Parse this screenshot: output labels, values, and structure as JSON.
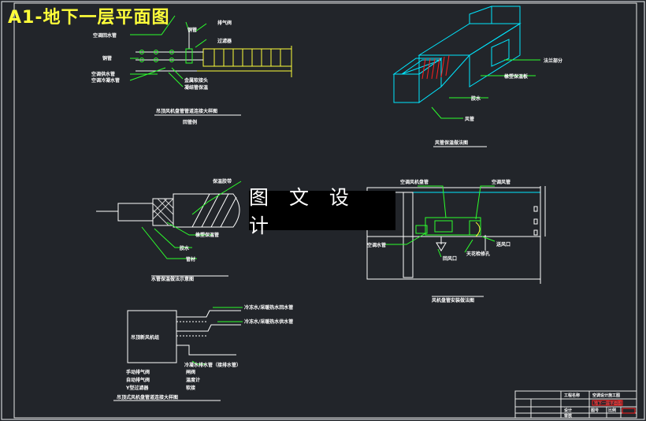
{
  "drawing": {
    "title": "A1-地下一层平面图",
    "watermark": "图 文 设 计"
  },
  "detail_fcu_pipe": {
    "labels": [
      "空调回水管",
      "铜管",
      "空调供水管",
      "空调冷凝水管",
      "排气阀",
      "铜管",
      "过滤器",
      "金属软接头",
      "凝结管保温"
    ],
    "caption": "吊顶风机盘管管道连接大样图",
    "sub_caption": "回管例"
  },
  "detail_duct": {
    "labels": [
      "法兰部分",
      "橡塑保温板",
      "胶水",
      "风管"
    ],
    "caption": "风管保温做法图"
  },
  "detail_pipe_insulation": {
    "labels": [
      "保温胶带",
      "橡塑保温管",
      "胶水",
      "管材"
    ],
    "caption": "水管保温做法示意图"
  },
  "detail_fcu_install": {
    "labels": [
      "空调风机盘管",
      "空调风管",
      "空调水管",
      "回风口",
      "天花检修孔",
      "送风口"
    ],
    "caption": "风机盘管安装做法图"
  },
  "detail_ahu": {
    "unit_label": "吊顶新风机组",
    "pipe_labels": [
      "冷冻水/采暖热水回水管",
      "冷冻水/采暖热水供水管",
      "冷凝水排水管（接排水管）"
    ],
    "legend": [
      {
        "symbol": "手动排气阀",
        "mark": "闸阀"
      },
      {
        "symbol": "自动排气阀",
        "mark": "温度计"
      },
      {
        "symbol": "Y型过滤器",
        "mark": "软接"
      }
    ],
    "caption": "吊顶式风机盘管道连接大样图"
  },
  "title_block": {
    "cells": [
      "工程名称",
      "空调设计施工图",
      "地下一层平面图",
      "设计",
      "图号",
      "比例",
      "审核"
    ]
  }
}
